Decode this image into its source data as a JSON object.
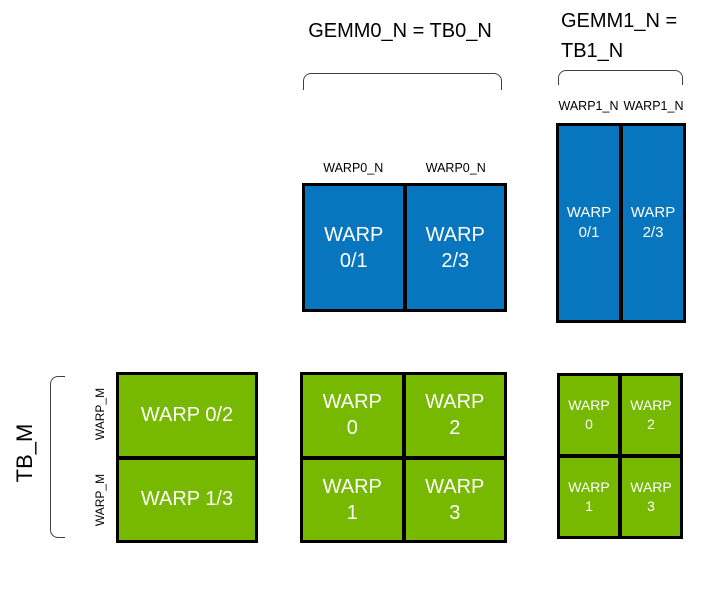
{
  "titles": {
    "gemm0": "GEMM0_N = TB0_N",
    "gemm1_line1": "GEMM1_N =",
    "gemm1_line2": "TB1_N"
  },
  "labels": {
    "warp0_n": [
      "WARP0_N",
      "WARP0_N"
    ],
    "warp1_n": [
      "WARP1_N",
      "WARP1_N"
    ],
    "warp_m": [
      "WARP_M",
      "WARP_M"
    ],
    "tb_m": "TB_M"
  },
  "colors": {
    "blue": "#0876BE",
    "green": "#76B900",
    "border": "#000000",
    "bracket": "#404040",
    "tile_text": "#FFFFFF",
    "label_text": "#000000"
  },
  "grids": {
    "gemm0_b": {
      "cells": [
        {
          "l1": "WARP",
          "l2": "0/1"
        },
        {
          "l1": "WARP",
          "l2": "2/3"
        }
      ]
    },
    "gemm1_b": {
      "cells": [
        {
          "l1": "WARP",
          "l2": "0/1"
        },
        {
          "l1": "WARP",
          "l2": "2/3"
        }
      ]
    },
    "gemm0_a": {
      "cells": [
        {
          "label": "WARP 0/2"
        },
        {
          "label": "WARP 1/3"
        }
      ]
    },
    "gemm0_acc": {
      "cells": [
        {
          "l1": "WARP",
          "l2": "0"
        },
        {
          "l1": "WARP",
          "l2": "2"
        },
        {
          "l1": "WARP",
          "l2": "1"
        },
        {
          "l1": "WARP",
          "l2": "3"
        }
      ]
    },
    "gemm1_acc": {
      "cells": [
        {
          "l1": "WARP",
          "l2": "0"
        },
        {
          "l1": "WARP",
          "l2": "2"
        },
        {
          "l1": "WARP",
          "l2": "1"
        },
        {
          "l1": "WARP",
          "l2": "3"
        }
      ]
    }
  }
}
